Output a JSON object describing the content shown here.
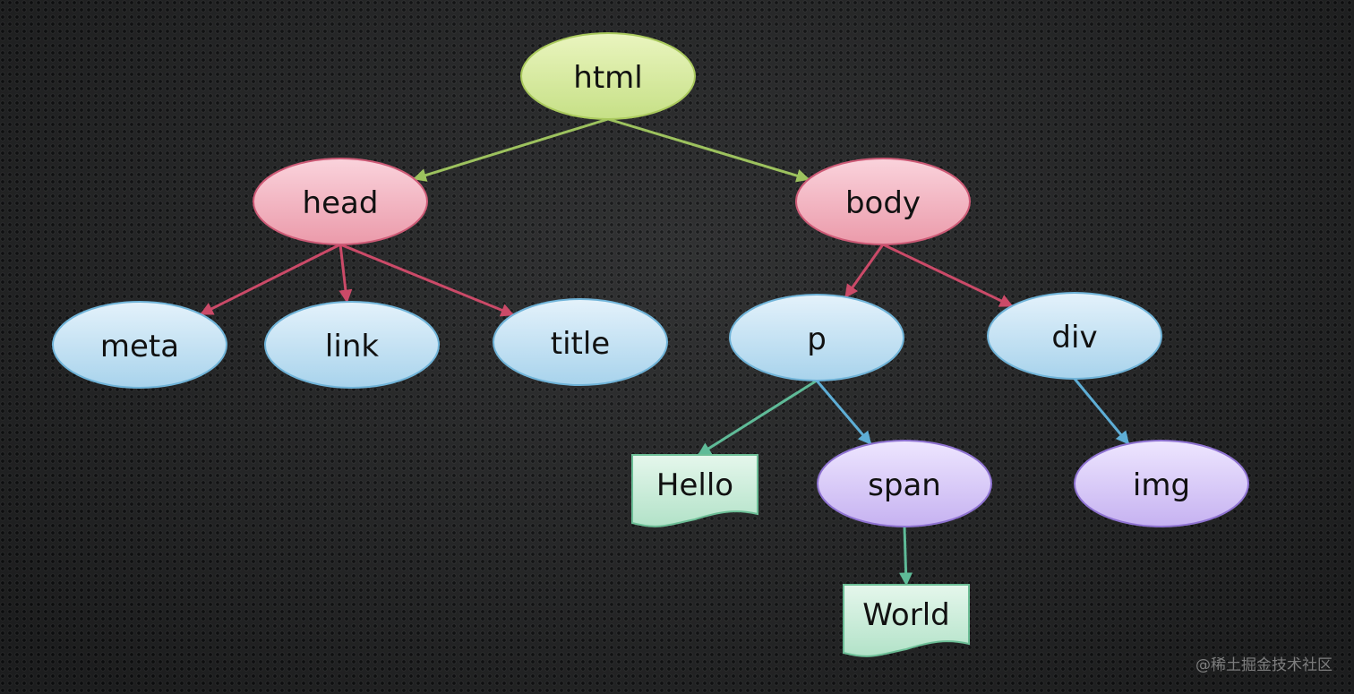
{
  "colors": {
    "root_fill_top": "#eaf5bf",
    "root_fill_bottom": "#c6e086",
    "root_stroke": "#a9c95c",
    "section_fill_top": "#fad3dc",
    "section_fill_bottom": "#eb9aaa",
    "section_stroke": "#cd5a76",
    "element_fill_top": "#e4f2fb",
    "element_fill_bottom": "#a8d3ec",
    "element_stroke": "#6fb3d8",
    "inline_fill_top": "#eee6ff",
    "inline_fill_bottom": "#c6b2f1",
    "inline_stroke": "#8f73d2",
    "text_fill_top": "#e5f7ec",
    "text_fill_bottom": "#b2e2c8",
    "text_stroke": "#6cbe96",
    "edge_green": "#9dc25e",
    "edge_red": "#cb4a68",
    "edge_blue": "#5eaed6",
    "edge_teal": "#5fbb98"
  },
  "nodes": [
    {
      "id": "html",
      "label": "html",
      "kind": "root",
      "shape": "ellipse"
    },
    {
      "id": "head",
      "label": "head",
      "kind": "section",
      "shape": "ellipse"
    },
    {
      "id": "body",
      "label": "body",
      "kind": "section",
      "shape": "ellipse"
    },
    {
      "id": "meta",
      "label": "meta",
      "kind": "element",
      "shape": "ellipse"
    },
    {
      "id": "link",
      "label": "link",
      "kind": "element",
      "shape": "ellipse"
    },
    {
      "id": "title",
      "label": "title",
      "kind": "element",
      "shape": "ellipse"
    },
    {
      "id": "p",
      "label": "p",
      "kind": "element",
      "shape": "ellipse"
    },
    {
      "id": "div",
      "label": "div",
      "kind": "element",
      "shape": "ellipse"
    },
    {
      "id": "hello",
      "label": "Hello",
      "kind": "text",
      "shape": "document"
    },
    {
      "id": "span",
      "label": "span",
      "kind": "inline",
      "shape": "ellipse"
    },
    {
      "id": "img",
      "label": "img",
      "kind": "inline",
      "shape": "ellipse"
    },
    {
      "id": "world",
      "label": "World",
      "kind": "text",
      "shape": "document"
    }
  ],
  "edges": [
    {
      "from": "html",
      "to": "head",
      "color": "edge_green"
    },
    {
      "from": "html",
      "to": "body",
      "color": "edge_green"
    },
    {
      "from": "head",
      "to": "meta",
      "color": "edge_red"
    },
    {
      "from": "head",
      "to": "link",
      "color": "edge_red"
    },
    {
      "from": "head",
      "to": "title",
      "color": "edge_red"
    },
    {
      "from": "body",
      "to": "p",
      "color": "edge_red"
    },
    {
      "from": "body",
      "to": "div",
      "color": "edge_red"
    },
    {
      "from": "p",
      "to": "hello",
      "color": "edge_teal"
    },
    {
      "from": "p",
      "to": "span",
      "color": "edge_blue"
    },
    {
      "from": "div",
      "to": "img",
      "color": "edge_blue"
    },
    {
      "from": "span",
      "to": "world",
      "color": "edge_teal"
    }
  ],
  "watermark": "@稀土掘金技术社区"
}
